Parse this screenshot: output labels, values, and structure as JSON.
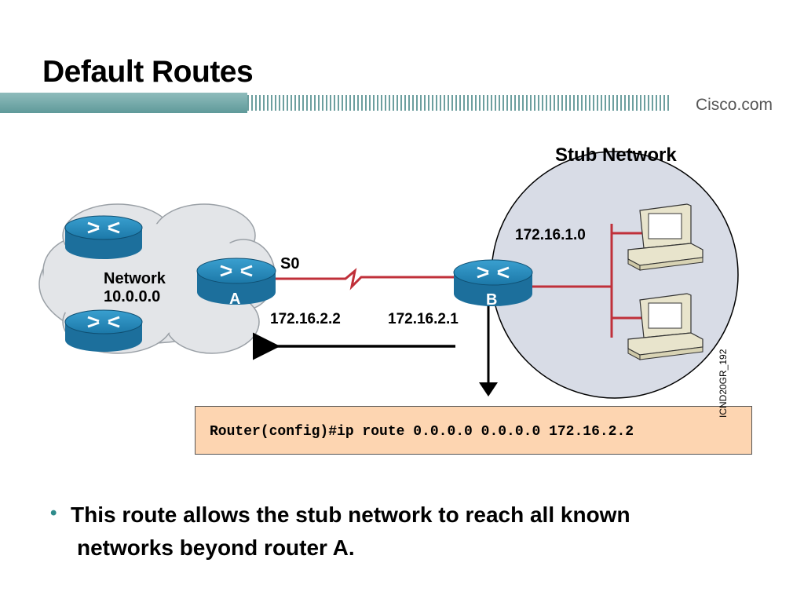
{
  "slide": {
    "title": "Default Routes",
    "brand": "Cisco.com",
    "figure_id": "ICND20GR_192"
  },
  "diagram": {
    "stub_network_label": "Stub Network",
    "stub_subnet": "172.16.1.0",
    "network_label_line1": "Network",
    "network_label_line2": "10.0.0.0",
    "router_a_label": "A",
    "router_b_label": "B",
    "interface_label": "S0",
    "ip_router_a": "172.16.2.2",
    "ip_router_b": "172.16.2.1",
    "command": "Router(config)#ip route 0.0.0.0 0.0.0.0 172.16.2.2"
  },
  "bullets": {
    "line1": "This route allows the stub network to reach all known",
    "line2": "networks beyond router A.",
    "marker": "•"
  },
  "colors": {
    "router_blue": "#1e7fb0",
    "link_red": "#c0303a",
    "cloud": "#e3e5e8",
    "stub_circle": "#d8dce6",
    "command_box": "#fdd5b1",
    "band": "#6d9f9f"
  }
}
